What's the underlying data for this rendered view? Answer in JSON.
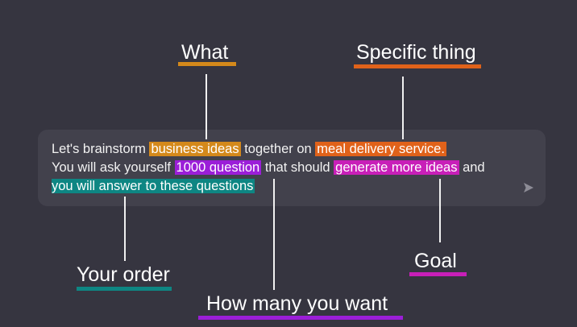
{
  "prompt": {
    "line1": {
      "t1": "Let's brainstorm ",
      "h1": "business ideas",
      "t2": " together on ",
      "h2": "meal delivery service."
    },
    "line2": {
      "t1": "You will ask yourself ",
      "h1": "1000 question",
      "t2": " that should ",
      "h2": "generate more ideas",
      "t3": " and"
    },
    "line3": {
      "h1": "you will answer to these questions"
    },
    "send_icon": "send-arrow-icon"
  },
  "annotations": {
    "what": "What",
    "specific_thing": "Specific thing",
    "your_order": "Your order",
    "goal": "Goal",
    "how_many": "How many you want"
  },
  "colors": {
    "background": "#363540",
    "panel": "#42414c",
    "orange": "#d4891b",
    "red_orange": "#e0621a",
    "purple": "#9b1ed8",
    "magenta": "#c81fb8",
    "teal": "#0e8683"
  }
}
